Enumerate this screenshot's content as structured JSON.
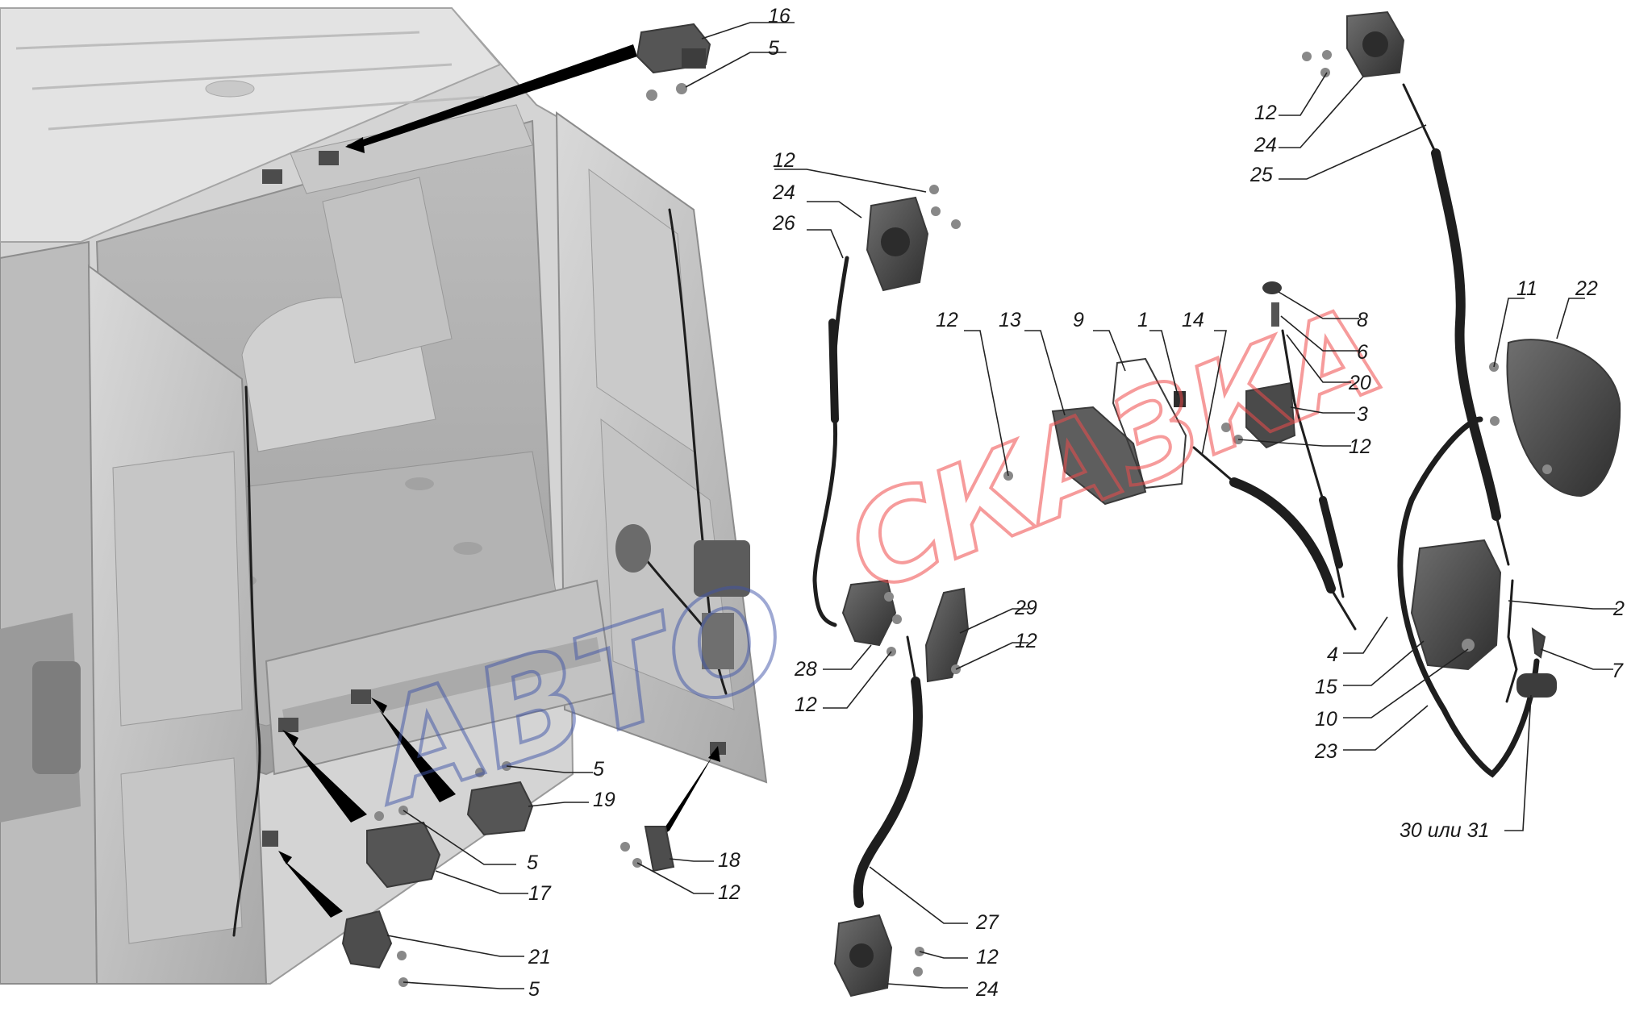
{
  "diagram": {
    "callouts": [
      {
        "id": "16",
        "text": "16"
      },
      {
        "id": "5a",
        "text": "5"
      },
      {
        "id": "12a",
        "text": "12"
      },
      {
        "id": "24a",
        "text": "24"
      },
      {
        "id": "26",
        "text": "26"
      },
      {
        "id": "12b",
        "text": "12"
      },
      {
        "id": "13",
        "text": "13"
      },
      {
        "id": "9",
        "text": "9"
      },
      {
        "id": "1",
        "text": "1"
      },
      {
        "id": "14",
        "text": "14"
      },
      {
        "id": "8",
        "text": "8"
      },
      {
        "id": "6",
        "text": "6"
      },
      {
        "id": "20",
        "text": "20"
      },
      {
        "id": "3",
        "text": "3"
      },
      {
        "id": "12c",
        "text": "12"
      },
      {
        "id": "12d",
        "text": "12"
      },
      {
        "id": "24b",
        "text": "24"
      },
      {
        "id": "25",
        "text": "25"
      },
      {
        "id": "11",
        "text": "11"
      },
      {
        "id": "22",
        "text": "22"
      },
      {
        "id": "2",
        "text": "2"
      },
      {
        "id": "7",
        "text": "7"
      },
      {
        "id": "4",
        "text": "4"
      },
      {
        "id": "15",
        "text": "15"
      },
      {
        "id": "10",
        "text": "10"
      },
      {
        "id": "23",
        "text": "23"
      },
      {
        "id": "30",
        "text": "30 или 31"
      },
      {
        "id": "29",
        "text": "29"
      },
      {
        "id": "12e",
        "text": "12"
      },
      {
        "id": "28",
        "text": "28"
      },
      {
        "id": "12f",
        "text": "12"
      },
      {
        "id": "27",
        "text": "27"
      },
      {
        "id": "12g",
        "text": "12"
      },
      {
        "id": "24c",
        "text": "24"
      },
      {
        "id": "5b",
        "text": "5"
      },
      {
        "id": "19",
        "text": "19"
      },
      {
        "id": "5c",
        "text": "5"
      },
      {
        "id": "17",
        "text": "17"
      },
      {
        "id": "18",
        "text": "18"
      },
      {
        "id": "12h",
        "text": "12"
      },
      {
        "id": "21",
        "text": "21"
      },
      {
        "id": "5d",
        "text": "5"
      }
    ]
  },
  "watermark": {
    "primary": "СКАЗКА",
    "secondary": "АВТО"
  },
  "colors": {
    "body_gray": "#c9c9c9",
    "body_dark": "#8c8c8c",
    "part_dark": "#4a4a4a",
    "cable": "#1e1e1e",
    "watermark_red": "#ef4b4b",
    "watermark_blue": "#3f54a8"
  }
}
